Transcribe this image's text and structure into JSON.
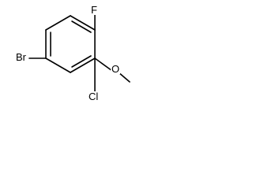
{
  "molecule": {
    "atoms": {
      "fluorine": "F",
      "bromine": "Br",
      "chlorine": "Cl",
      "oxygen": "O"
    }
  },
  "colors": {
    "bond": "#000000",
    "label": "#000000",
    "background": "#ffffff"
  }
}
